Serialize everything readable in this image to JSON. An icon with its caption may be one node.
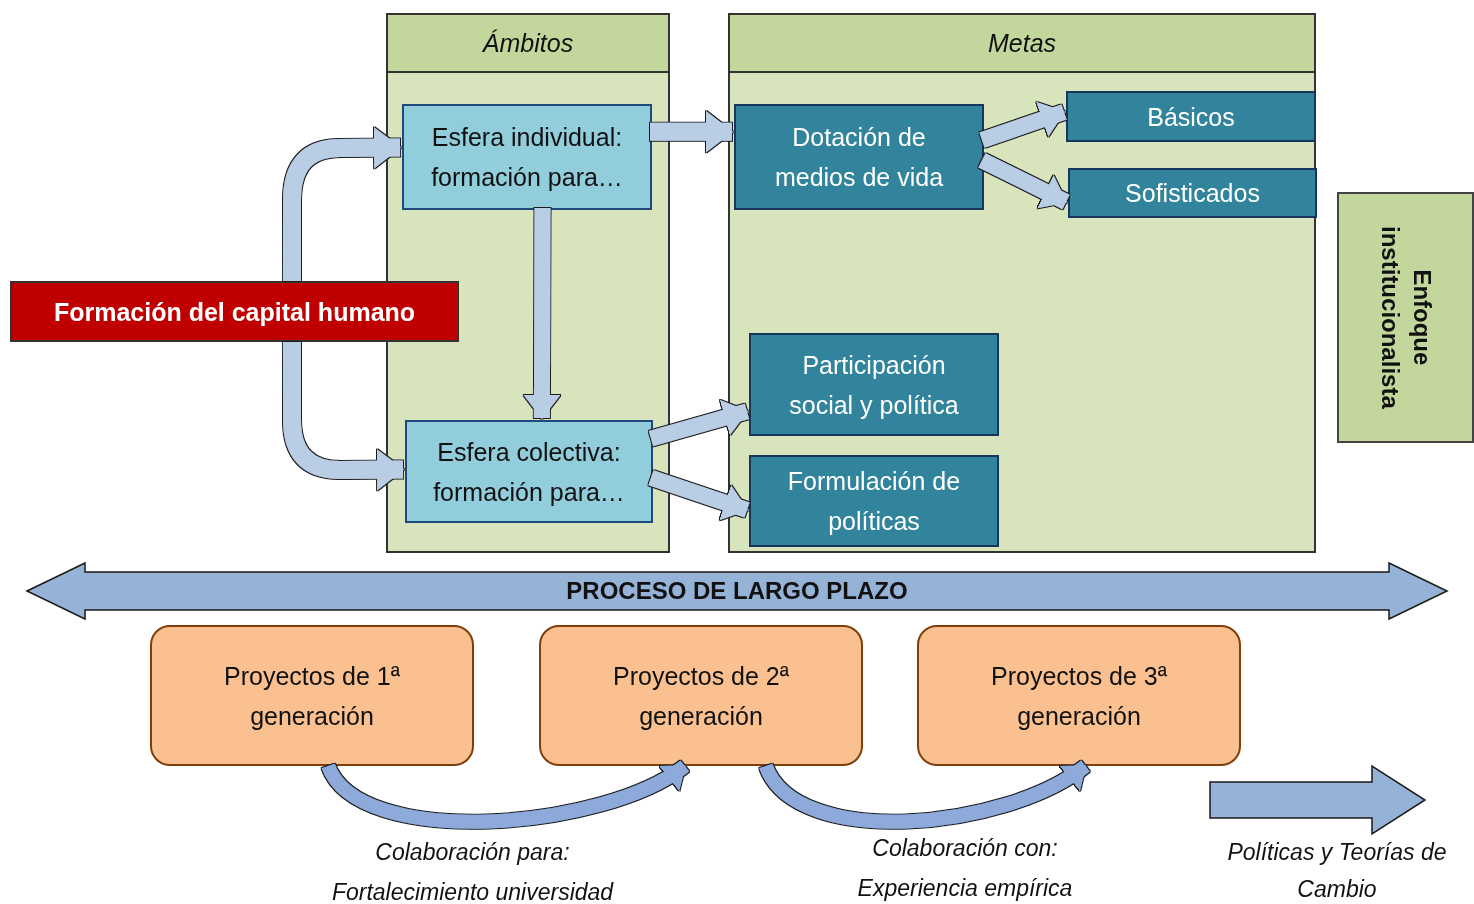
{
  "diagram": {
    "nodes": [
      {
        "text": [
          "Ámbitos"
        ]
      },
      {
        "text": [
          "Metas"
        ]
      },
      {
        "text": [
          "Esfera individual: formación para…"
        ],
        "in": 0
      },
      {
        "text": [
          "Esfera colectiva: formación para…"
        ],
        "in": 0
      },
      {
        "text": [
          "Dotación de medios de vida"
        ],
        "in": 1
      },
      {
        "text": [
          "Básicos"
        ],
        "in": 1
      },
      {
        "text": [
          "Sofisticados"
        ],
        "in": 1
      },
      {
        "text": [
          "Participación social y política"
        ],
        "in": 1
      },
      {
        "text": [
          "Formulación de políticas"
        ],
        "in": 1
      },
      {
        "text": [
          "Enfoque institucionalista"
        ]
      },
      {
        "text": [
          "Formación del capital humano"
        ]
      },
      {
        "text": [
          "PROCESO DE LARGO PLAZO"
        ]
      },
      {
        "text": [
          "Proyectos de 1ª generación"
        ]
      },
      {
        "text": [
          "Proyectos de 2ª generación"
        ]
      },
      {
        "text": [
          "Proyectos de 3ª generación"
        ]
      }
    ],
    "edges": [
      {
        "from": 10,
        "to": 2,
        "arrow": "to"
      },
      {
        "from": 10,
        "to": 3,
        "arrow": "to"
      },
      {
        "from": 2,
        "to": 3,
        "arrow": "to"
      },
      {
        "from": 2,
        "to": 4,
        "arrow": "to"
      },
      {
        "from": 3,
        "to": 7,
        "arrow": "to"
      },
      {
        "from": 3,
        "to": 8,
        "arrow": "to"
      },
      {
        "from": 4,
        "to": 5,
        "arrow": "to"
      },
      {
        "from": 4,
        "to": 6,
        "arrow": "to"
      },
      {
        "from": 12,
        "to": 13,
        "arrow": "to",
        "label": "Colaboración para: Fortalecimiento universidad",
        "color": "#8eaadb"
      },
      {
        "from": 13,
        "to": 14,
        "arrow": "to",
        "label": "Colaboración con: Experiencia empírica",
        "color": "#8eaadb"
      }
    ],
    "labels": [
      "Políticas y Teorías de Cambio"
    ]
  }
}
